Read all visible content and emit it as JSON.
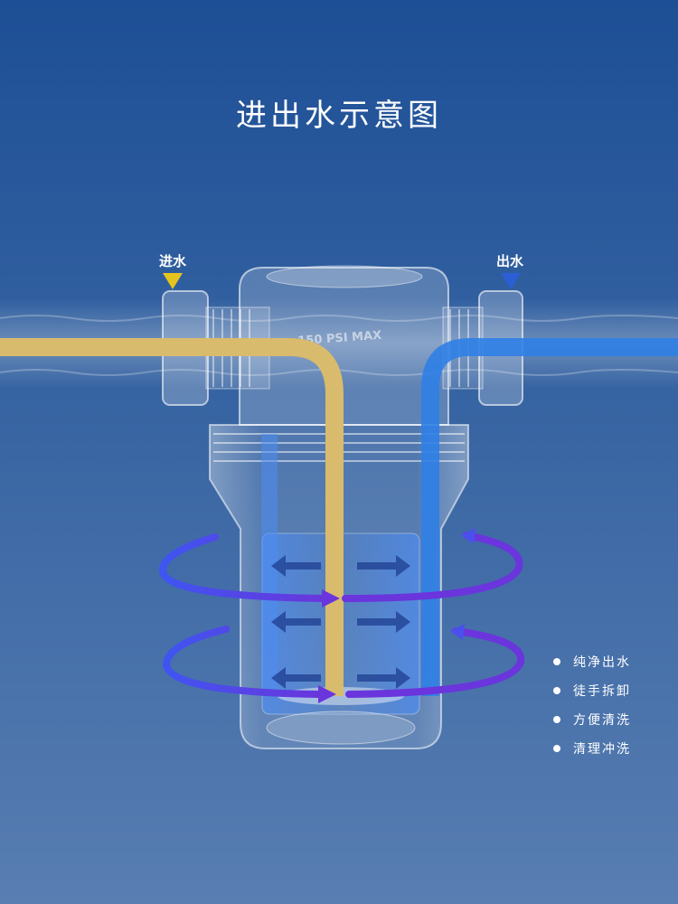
{
  "title": "进出水示意图",
  "inlet": {
    "label": "进水",
    "color": "#e6c41e"
  },
  "outlet": {
    "label": "出水",
    "color": "#2a5fd6"
  },
  "housing_text": "150 PSI MAX",
  "features": [
    "纯净出水",
    "徒手拆卸",
    "方便清洗",
    "清理冲洗"
  ],
  "colors": {
    "inlet_pipe": "#d9bb6d",
    "outlet_pipe": "#2f7fe6",
    "swirl": "#6a35dc"
  }
}
